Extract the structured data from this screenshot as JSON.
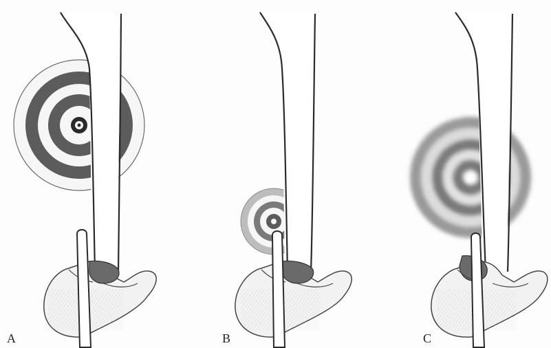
{
  "figure": {
    "panels": [
      {
        "label": "A",
        "target_focus": "sharp",
        "target_size": "large"
      },
      {
        "label": "B",
        "target_focus": "sharp",
        "target_size": "small"
      },
      {
        "label": "C",
        "target_focus": "blurred",
        "target_size": "large"
      }
    ]
  },
  "colors": {
    "background": "#fdfdfd",
    "ink": "#2a2a2a",
    "target_dark": "#5a5a5a",
    "target_light": "#f4f4f4",
    "target_mid": "#bdbdbd"
  }
}
